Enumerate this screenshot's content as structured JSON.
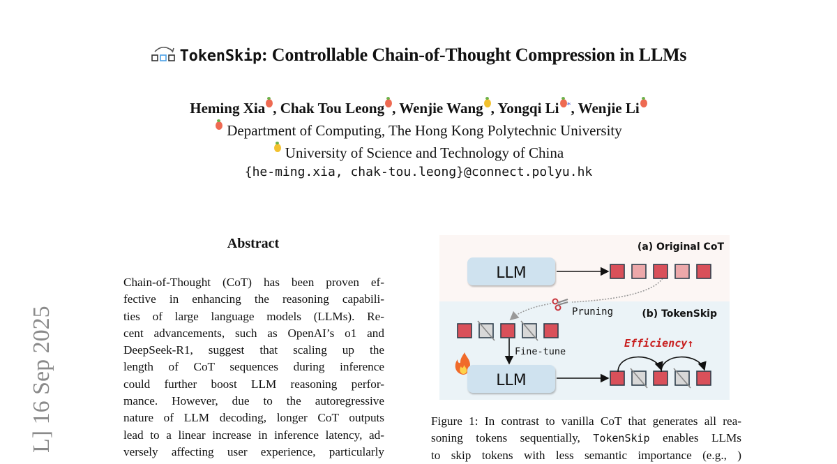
{
  "paper": {
    "title_mono": "TokenSkip",
    "title_rest": ": Controllable Chain-of-Thought Compression in LLMs",
    "authors": [
      {
        "name": "Heming Xia",
        "affil": "peach",
        "sep": ", "
      },
      {
        "name": "Chak Tou Leong",
        "affil": "peach",
        "sep": ", "
      },
      {
        "name": "Wenjie Wang",
        "affil": "lemon",
        "sep": ", "
      },
      {
        "name": "Yongqi Li",
        "affil": "peach",
        "mark": "*",
        "sep": ", "
      },
      {
        "name": "Wenjie Li",
        "affil": "peach",
        "sep": ""
      }
    ],
    "affiliations": [
      {
        "icon": "peach",
        "text": "Department of Computing, The Hong Kong Polytechnic University"
      },
      {
        "icon": "lemon",
        "text": "University of Science and Technology of China"
      }
    ],
    "email": "{he-ming.xia, chak-tou.leong}@connect.polyu.hk",
    "arxiv_stamp": "L]  16 Sep 2025",
    "abstract_heading": "Abstract",
    "abstract_lines": [
      "Chain-of-Thought (CoT) has been proven ef-",
      "fective in enhancing the reasoning capabili-",
      "ties of large language models (LLMs). Re-",
      "cent advancements, such as OpenAI’s o1 and",
      "DeepSeek-R1, suggest that scaling up the",
      "length of CoT sequences during inference",
      "could further boost LLM reasoning perfor-",
      "mance. However, due to the autoregressive",
      "nature of LLM decoding, longer CoT outputs",
      "lead to a linear increase in inference latency, ad-",
      "versely affecting user experience, particularly"
    ],
    "figure": {
      "label_a": "(a) Original CoT",
      "label_b": "(b) TokenSkip",
      "llm_label": "LLM",
      "pruning_label": "Pruning",
      "finetune_label": "Fine-tune",
      "efficiency_label": "Efficiency↑",
      "original_tokens": [
        "important",
        "unimportant",
        "important",
        "unimportant",
        "important"
      ],
      "pruned_tokens": [
        "kept",
        "skipped",
        "kept",
        "skipped",
        "kept"
      ],
      "colors": {
        "important": "#d9505a",
        "unimportant": "#eca8aa",
        "skipped": "#d8d8d8",
        "top_bg": "#fcf6f4",
        "bottom_bg": "#ebf3f7",
        "llm_box": "#cfe2ef",
        "efficiency": "#c81e1e"
      }
    },
    "caption_lines": [
      {
        "text": "Figure 1: In contrast to vanilla CoT that generates all rea-"
      },
      {
        "pre": "soning tokens sequentially, ",
        "mono": "TokenSkip",
        "post": " enables LLMs"
      },
      {
        "text": "to skip tokens with less semantic importance (e.g.,  )"
      }
    ]
  }
}
